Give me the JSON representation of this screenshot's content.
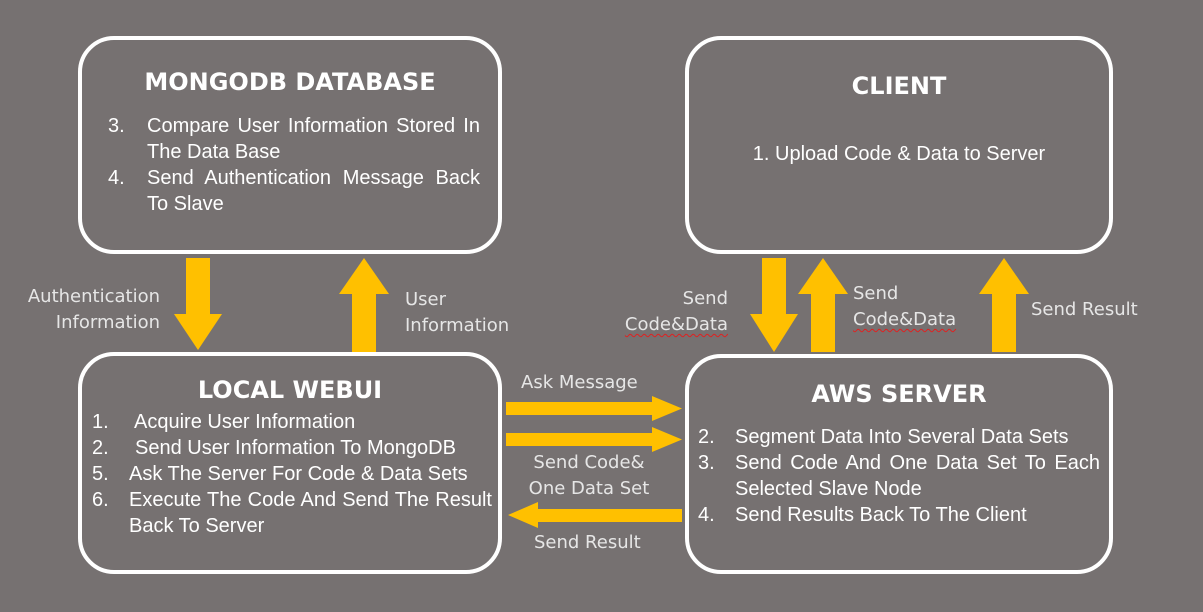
{
  "colors": {
    "background": "#767171",
    "box_border": "#ffffff",
    "arrow": "#ffc000"
  },
  "mongodb": {
    "title": "MONGODB DATABASE",
    "steps": [
      {
        "num": "3.",
        "text": "Compare User Information Stored In The Data Base"
      },
      {
        "num": "4.",
        "text": "Send Authentication Message Back To Slave"
      }
    ]
  },
  "client": {
    "title": "CLIENT",
    "steps": [
      {
        "num": "1.",
        "text": "Upload Code & Data to Server"
      }
    ]
  },
  "webui": {
    "title": "LOCAL WEBUI",
    "steps": [
      {
        "num": "1.",
        "text": "Acquire User Information"
      },
      {
        "num": "2.",
        "text": "Send User Information To MongoDB"
      },
      {
        "num": "5.",
        "text": "Ask The Server For Code & Data Sets"
      },
      {
        "num": "6.",
        "text": "Execute The Code And Send The Result Back To Server"
      }
    ]
  },
  "aws": {
    "title": "AWS SERVER",
    "steps": [
      {
        "num": "2.",
        "text": "Segment Data Into Several Data Sets"
      },
      {
        "num": "3.",
        "text": "Send Code And One Data Set To Each Selected Slave Node"
      },
      {
        "num": "4.",
        "text": "Send Results Back To The Client"
      }
    ]
  },
  "labels": {
    "auth_1": "Authentication",
    "auth_2": "Information",
    "user_1": "User",
    "user_2": "Information",
    "send_code_a_1": "Send",
    "send_code_a_2": "Code&Data",
    "send_code_b_1": "Send",
    "send_code_b_2": "Code&Data",
    "send_result_top": "Send Result",
    "ask_message": "Ask Message",
    "send_code_set_1": "Send Code&",
    "send_code_set_2": "One Data Set",
    "send_result_bottom": "Send Result"
  }
}
